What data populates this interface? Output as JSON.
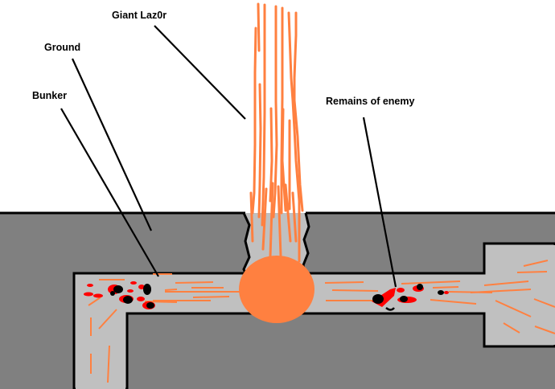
{
  "labels": {
    "laser": "Giant Laz0r",
    "ground": "Ground",
    "bunker": "Bunker",
    "remains": "Remains of enemy"
  },
  "colors": {
    "sky": "#ffffff",
    "ground": "#808080",
    "bunker": "#c0c0c0",
    "laser": "#ff8040",
    "blood": "#ff0000",
    "debris": "#000000",
    "outline": "#000000"
  }
}
